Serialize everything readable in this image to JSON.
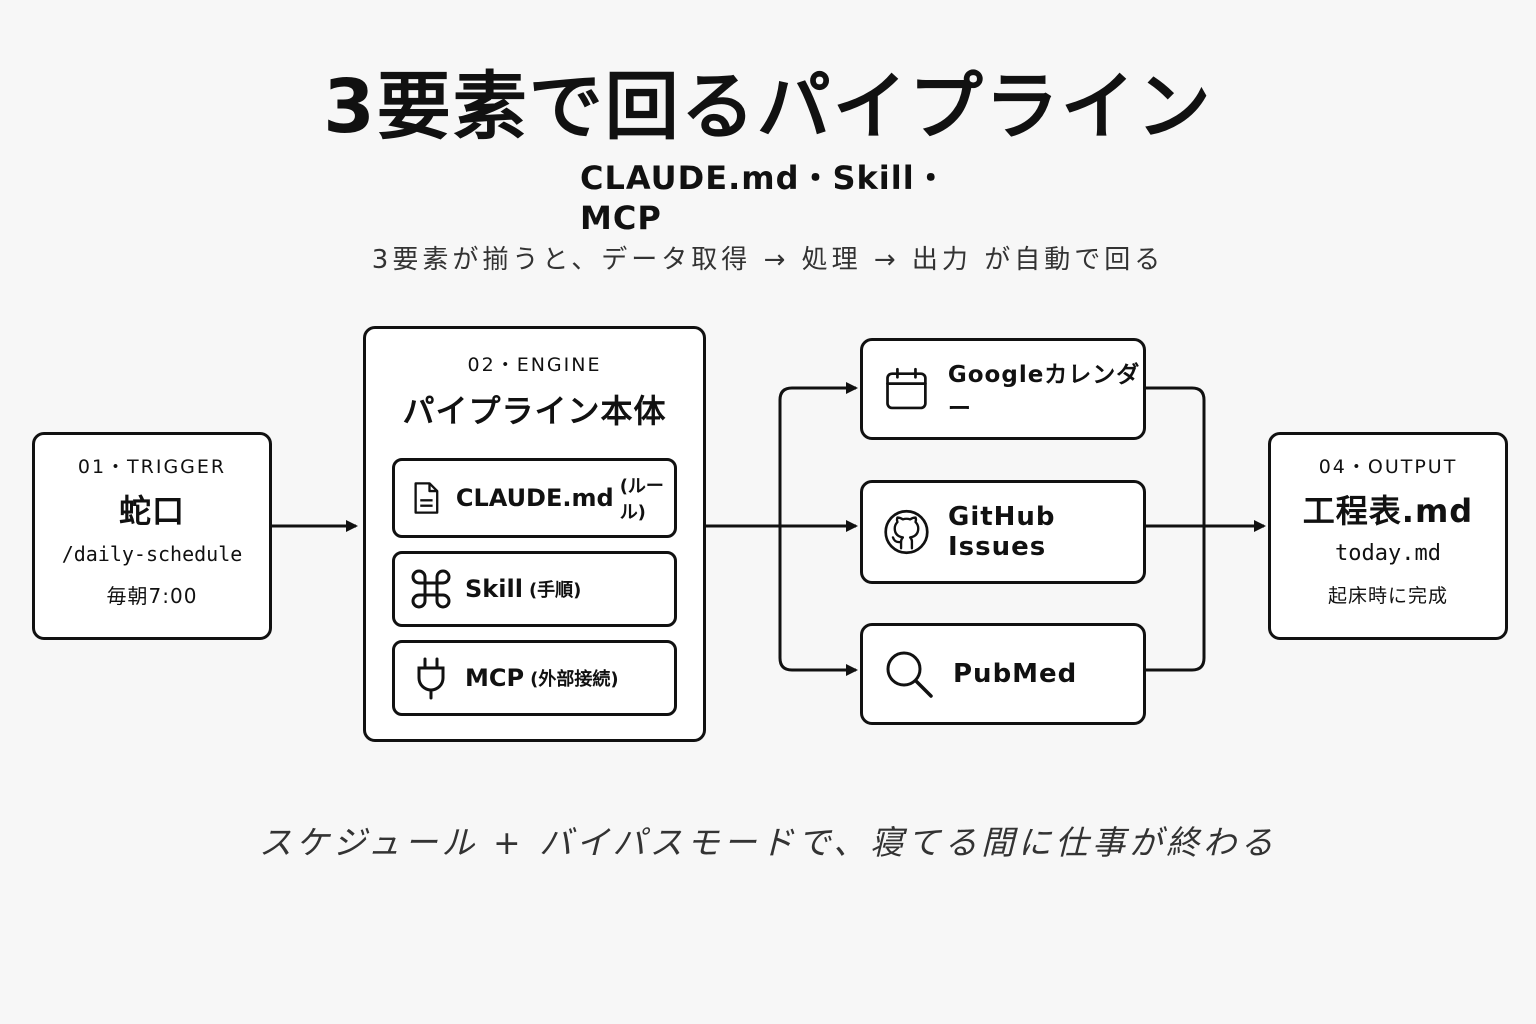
{
  "title": "3要素で回るパイプライン",
  "subtitle": "CLAUDE.md・Skill・MCP",
  "tagline": "3要素が揃うと、データ取得 → 処理 → 出力 が自動で回る",
  "trigger": {
    "step": "01・TRIGGER",
    "name": "蛇口",
    "command": "/daily-schedule",
    "time": "毎朝7:00"
  },
  "engine": {
    "step": "02・ENGINE",
    "name": "パイプライン本体",
    "items": [
      {
        "label": "CLAUDE.md",
        "note": "(ルール)",
        "icon": "document-icon"
      },
      {
        "label": "Skill",
        "note": "(手順)",
        "icon": "command-icon"
      },
      {
        "label": "MCP",
        "note": "(外部接続)",
        "icon": "plug-icon"
      }
    ]
  },
  "sources": [
    {
      "label": "Googleカレンダー",
      "icon": "calendar-icon"
    },
    {
      "label": "GitHub Issues",
      "icon": "github-icon"
    },
    {
      "label": "PubMed",
      "icon": "search-icon"
    }
  ],
  "output": {
    "step": "04・OUTPUT",
    "name": "工程表.md",
    "file": "today.md",
    "note": "起床時に完成"
  },
  "footer": "スケジュール + バイパスモードで、寝てる間に仕事が終わる"
}
